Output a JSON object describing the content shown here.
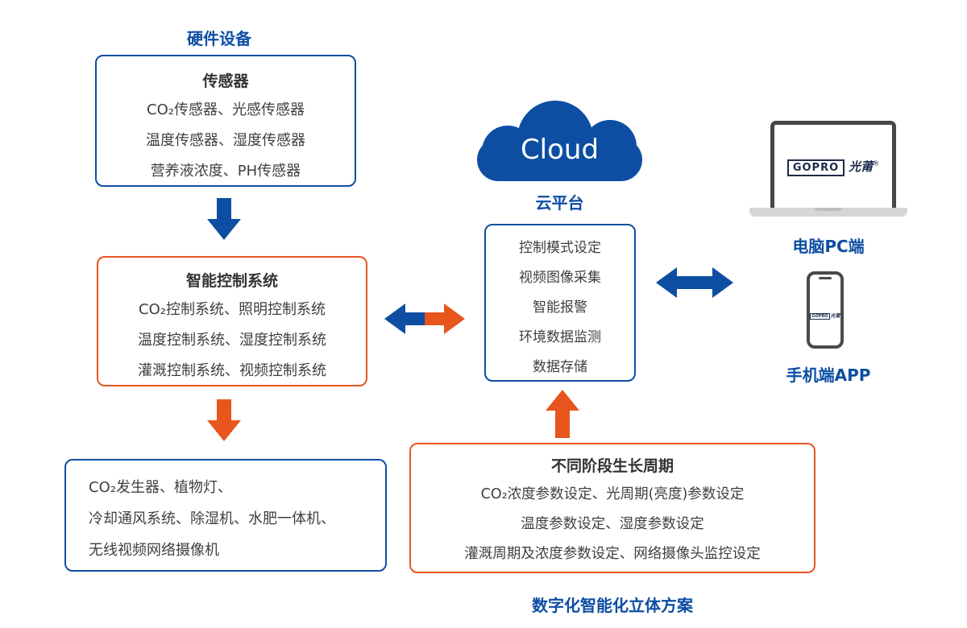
{
  "colors": {
    "blue": "#0d4ea3",
    "orange": "#e8561e",
    "text": "#3d3d3d"
  },
  "labels": {
    "hardware": "硬件设备",
    "cloud": "Cloud",
    "cloud_platform": "云平台",
    "pc": "电脑PC端",
    "app": "手机端APP",
    "solution": "数字化智能化立体方案"
  },
  "logo": {
    "brand": "GOPRO",
    "cn": "光莆",
    "reg": "®"
  },
  "boxes": {
    "sensor": {
      "title": "传感器",
      "lines": [
        "CO₂传感器、光感传感器",
        "温度传感器、湿度传感器",
        "营养液浓度、PH传感器"
      ]
    },
    "control": {
      "title": "智能控制系统",
      "lines": [
        "CO₂控制系统、照明控制系统",
        "温度控制系统、湿度控制系统",
        "灌溉控制系统、视频控制系统"
      ]
    },
    "devices": {
      "lines": [
        "CO₂发生器、植物灯、",
        "冷却通风系统、除湿机、水肥一体机、",
        "无线视频网络摄像机"
      ]
    },
    "platform": {
      "lines": [
        "控制模式设定",
        "视频图像采集",
        "智能报警",
        "环境数据监测",
        "数据存储"
      ]
    },
    "growth": {
      "title": "不同阶段生长周期",
      "lines": [
        "CO₂浓度参数设定、光周期(亮度)参数设定",
        "温度参数设定、湿度参数设定",
        "灌溉周期及浓度参数设定、网络摄像头监控设定"
      ]
    }
  }
}
